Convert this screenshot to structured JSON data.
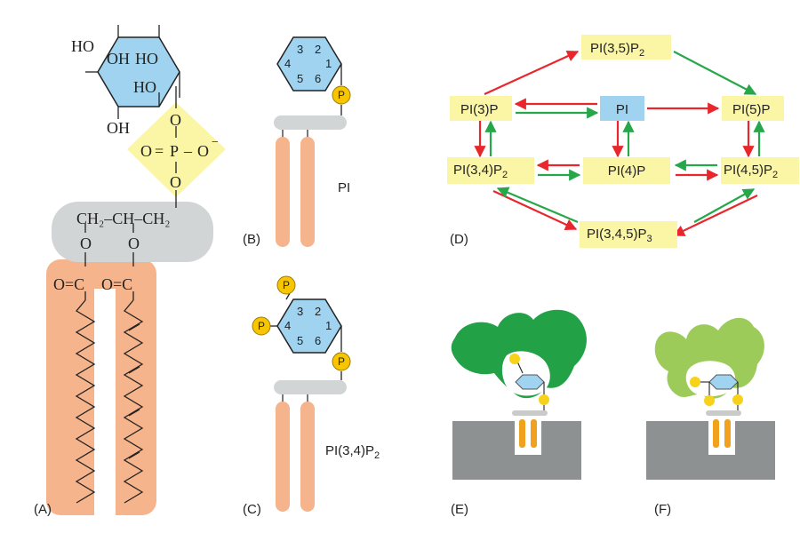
{
  "colors": {
    "inositol": "#9fd3f0",
    "phosphate_diamond": "#fbf5a6",
    "glycerol": "#d2d5d5",
    "fatty": "#f6b48d",
    "tail_light": "#f9c7a7",
    "p_circle": "#f7c600",
    "arrow_red": "#e8262c",
    "arrow_green": "#26a84a",
    "node_yellow": "#fbf5a6",
    "node_blue": "#9fd3f0",
    "protein_dark": "#22a146",
    "protein_light": "#9ccb5a",
    "membrane": "#8e9191",
    "acyl_orange": "#f0a21e"
  },
  "panelA": {
    "label": "(A)",
    "ho1": "HO",
    "oh2": "OH",
    "ho3": "HO",
    "ho4": "HO",
    "oh5": "OH",
    "o_top": "O",
    "o_eq": "O",
    "eq": "=",
    "p": "P",
    "dash": "–",
    "o_minus": "O",
    "minus": "−",
    "o_bottom": "O",
    "backbone": "CH₂–CH–CH₂",
    "ester_o1": "O",
    "ester_o2": "O",
    "carbonyl1": "O=C",
    "carbonyl2": "O=C"
  },
  "panelB": {
    "label": "(B)",
    "name": "PI",
    "ring_numbers": [
      "3",
      "2",
      "4",
      "1",
      "5",
      "6"
    ],
    "p": "P"
  },
  "panelC": {
    "label": "(C)",
    "name": "PI(3,4)P",
    "name_sub": "2",
    "ring_numbers": [
      "3",
      "2",
      "4",
      "1",
      "5",
      "6"
    ],
    "p": "P"
  },
  "panelD": {
    "label": "(D)",
    "nodes": {
      "pi35": {
        "text": "PI(3,5)P",
        "sub": "2"
      },
      "pi3": {
        "text": "PI(3)P",
        "sub": ""
      },
      "pi": {
        "text": "PI",
        "sub": ""
      },
      "pi5": {
        "text": "PI(5)P",
        "sub": ""
      },
      "pi34": {
        "text": "PI(3,4)P",
        "sub": "2"
      },
      "pi4": {
        "text": "PI(4)P",
        "sub": ""
      },
      "pi45": {
        "text": "PI(4,5)P",
        "sub": "2"
      },
      "pi345": {
        "text": "PI(3,4,5)P",
        "sub": "3"
      }
    }
  },
  "panelE": {
    "label": "(E)"
  },
  "panelF": {
    "label": "(F)"
  }
}
